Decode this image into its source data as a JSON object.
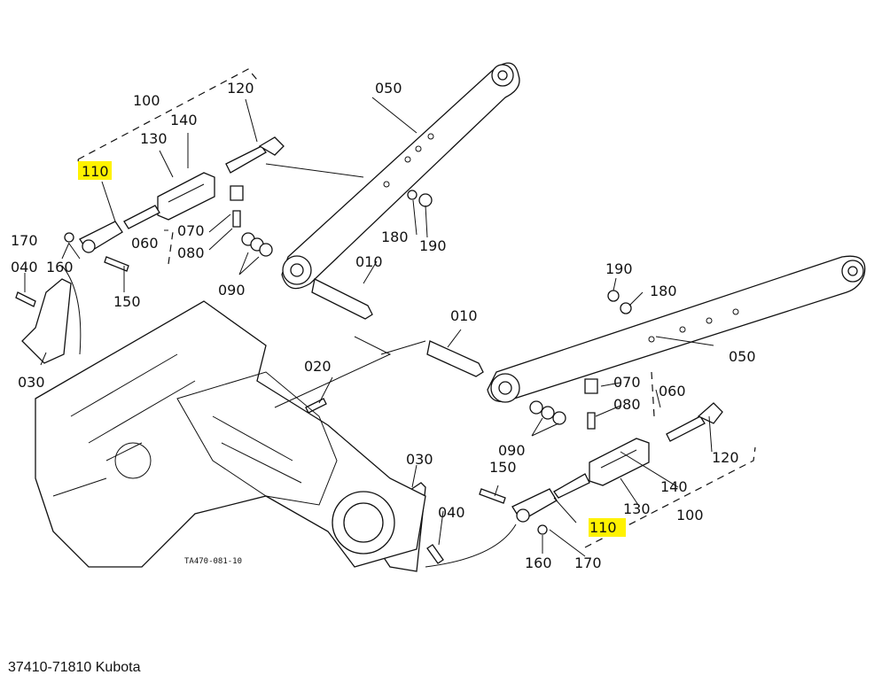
{
  "caption": "37410-71810 Kubota",
  "drawing_code": "TA470-081-10",
  "highlight_color": "#fff200",
  "highlighted_part": "110",
  "labels": {
    "l100": "100",
    "l110": "110",
    "l120": "120",
    "l130": "130",
    "l140": "140",
    "l150": "150",
    "l160": "160",
    "l170": "170",
    "l040": "040",
    "l030": "030",
    "l050": "050",
    "l060": "060",
    "l070": "070",
    "l080": "080",
    "l090": "090",
    "l010": "010",
    "l020": "020",
    "l180": "180",
    "l190": "190"
  }
}
